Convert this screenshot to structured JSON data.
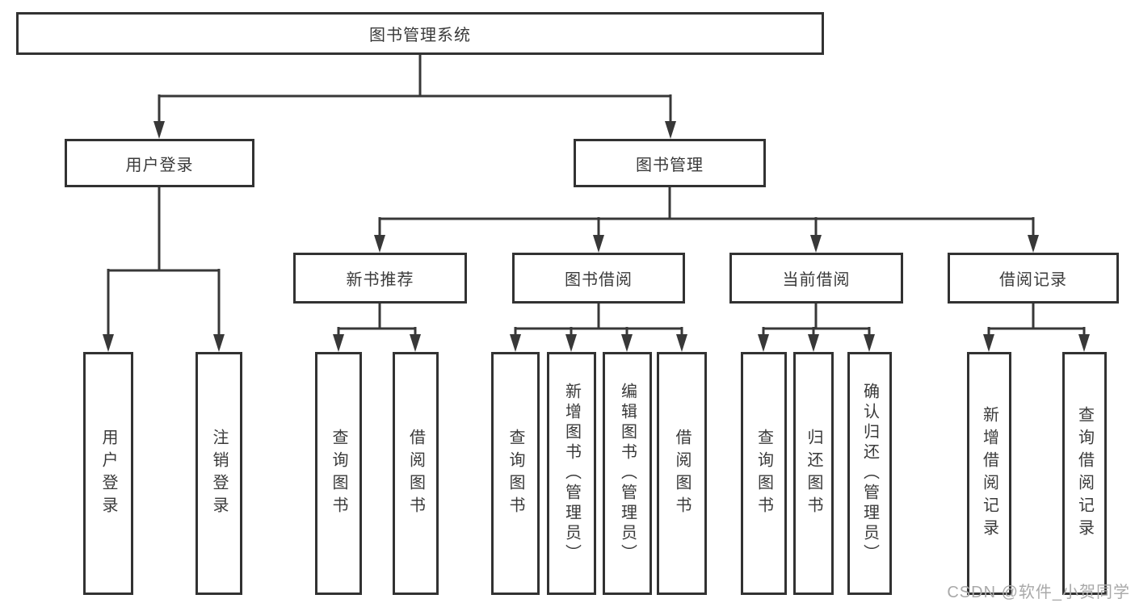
{
  "diagram": {
    "title": "图书管理系统",
    "type": "hierarchy-tree",
    "colors": {
      "background": "#ffffff",
      "box_border": "#323232",
      "connector_line": "#383838",
      "text": "#3a3a3a",
      "watermark_text": "#a9a9a9"
    },
    "nodes": {
      "root": {
        "label": "图书管理系统"
      },
      "login": {
        "label": "用户登录"
      },
      "mgmt": {
        "label": "图书管理"
      },
      "newbook": {
        "label": "新书推荐"
      },
      "borrow": {
        "label": "图书借阅"
      },
      "current": {
        "label": "当前借阅"
      },
      "records": {
        "label": "借阅记录"
      },
      "login_user": {
        "label": "用户登录"
      },
      "login_logout": {
        "label": "注销登录"
      },
      "newbook_query": {
        "label": "查询图书"
      },
      "newbook_borrow": {
        "label": "借阅图书"
      },
      "borrow_query": {
        "label": "查询图书"
      },
      "borrow_add": {
        "label": "新增图书（管理员）"
      },
      "borrow_edit": {
        "label": "编辑图书（管理员）"
      },
      "borrow_lend": {
        "label": "借阅图书"
      },
      "current_query": {
        "label": "查询图书"
      },
      "current_return": {
        "label": "归还图书"
      },
      "current_confirm": {
        "label": "确认归还（管理员）"
      },
      "records_add": {
        "label": "新增借阅记录"
      },
      "records_query": {
        "label": "查询借阅记录"
      }
    },
    "hierarchy": {
      "图书管理系统": {
        "用户登录": [
          "用户登录",
          "注销登录"
        ],
        "图书管理": {
          "新书推荐": [
            "查询图书",
            "借阅图书"
          ],
          "图书借阅": [
            "查询图书",
            "新增图书（管理员）",
            "编辑图书（管理员）",
            "借阅图书"
          ],
          "当前借阅": [
            "查询图书",
            "归还图书",
            "确认归还（管理员）"
          ],
          "借阅记录": [
            "新增借阅记录",
            "查询借阅记录"
          ]
        }
      }
    },
    "watermark": "CSDN @软件_小贺同学"
  }
}
